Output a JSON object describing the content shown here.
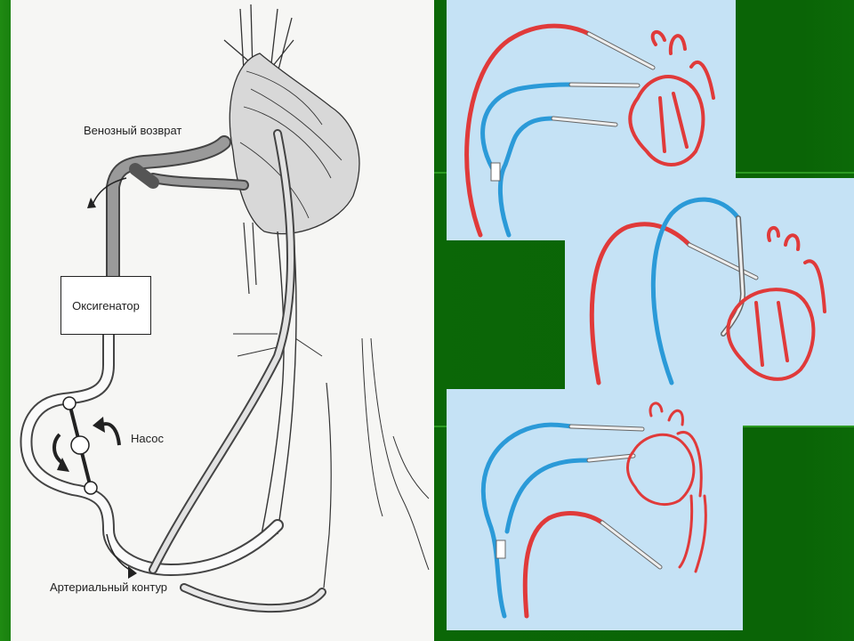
{
  "labels": {
    "venous_return": "Венозный возврат",
    "oxygenator": "Оксигенатор",
    "pump": "Насос",
    "arterial_circuit": "Артериальный контур"
  },
  "colors": {
    "arterial": "#e03a3a",
    "venous": "#2b9ad8",
    "panel_bg": "#c5e2f5",
    "page_bg": "#0c6a08"
  }
}
